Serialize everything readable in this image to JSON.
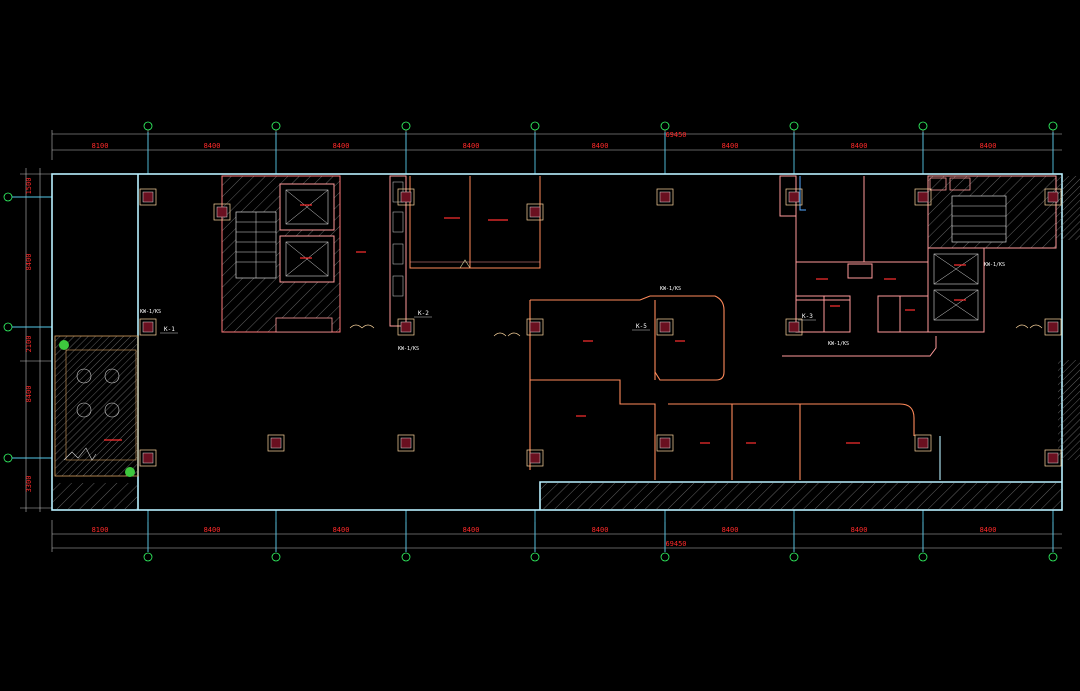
{
  "drawing": {
    "top_total": "69450",
    "bottom_total": "69450",
    "bays": [
      "8100",
      "8400",
      "8400",
      "8400",
      "8400",
      "8400",
      "8400",
      "8400"
    ],
    "left_dims": [
      "1500",
      "8400",
      "2100",
      "8400",
      "3300"
    ],
    "tags": {
      "k1": "K-1",
      "k2": "K-2",
      "k3": "K-3",
      "k5": "K-5",
      "kw1": "KW-1/KS",
      "kw2": "KW-1/KS",
      "kw3": "KW-1/KS",
      "kw4": "KW-1/KS",
      "kw5": "KW-1/KS"
    }
  }
}
